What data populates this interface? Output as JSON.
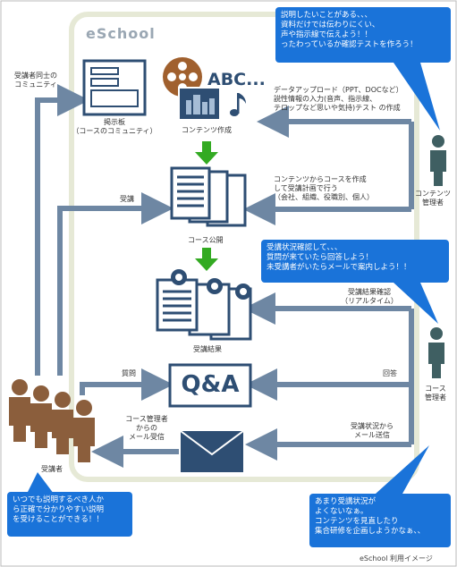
{
  "app_title": "eSchool",
  "caption": "eSchool 利用イメージ",
  "colors": {
    "accent_blue": "#1a73d9",
    "arrow_gray": "#6e87a3",
    "arrow_green": "#33aa22",
    "icon_navy": "#2e4e73",
    "person_teal": "#3f5f62",
    "learner_brown": "#8b5e3c"
  },
  "bubbles": {
    "top": [
      "説明したいことがある、、、",
      "資料だけでは伝わりにくい、",
      "声や指示線で伝えよう！！",
      "ったわっているか確認テストを作ろう！"
    ],
    "mid": [
      "受講状況確認して、、、",
      "質問が来ていたら回答しよう！",
      "未受講者がいたらメールで案内しよう！！"
    ],
    "bottom_right": [
      "あまり受講状況が",
      "よくないなぁ。",
      "コンテンツを見直したり",
      "集合研修を企画しようかなぁ、、"
    ],
    "bottom_left": [
      "いつでも説明するべき人か",
      "ら正確で分かりやすい説明",
      "を受けることができる！！"
    ]
  },
  "labels": {
    "community": [
      "受講者同士の",
      "コミュニティ"
    ],
    "board": [
      "掲示板",
      "（コースのコミュニティ）"
    ],
    "abc": "ABC...",
    "content_create": "コンテンツ作成",
    "data_upload": [
      "データアップロード（PPT、DOCなど）",
      "説性情報の入力(音声、指示線、",
      "テロップなど思いや気持)テスト の作成"
    ],
    "course_create": [
      "コンテンツからコースを作成",
      "して受講計画で行う",
      "（会社、組織、役職別、個人）"
    ],
    "enroll": "受講",
    "course_publish": "コース公開",
    "content_manager": [
      "コンテンツ",
      "管理者"
    ],
    "results_check": [
      "受講結果確認",
      "（リアルタイム）"
    ],
    "results": "受講結果",
    "question": "質問",
    "answer": "回答",
    "qa": "Q&A",
    "course_manager": [
      "コース",
      "管理者"
    ],
    "mail_receive": [
      "コース管理者",
      "からの",
      "メール受信"
    ],
    "status_mail": [
      "受講状況から",
      "メール送信"
    ],
    "learners": "受講者"
  }
}
